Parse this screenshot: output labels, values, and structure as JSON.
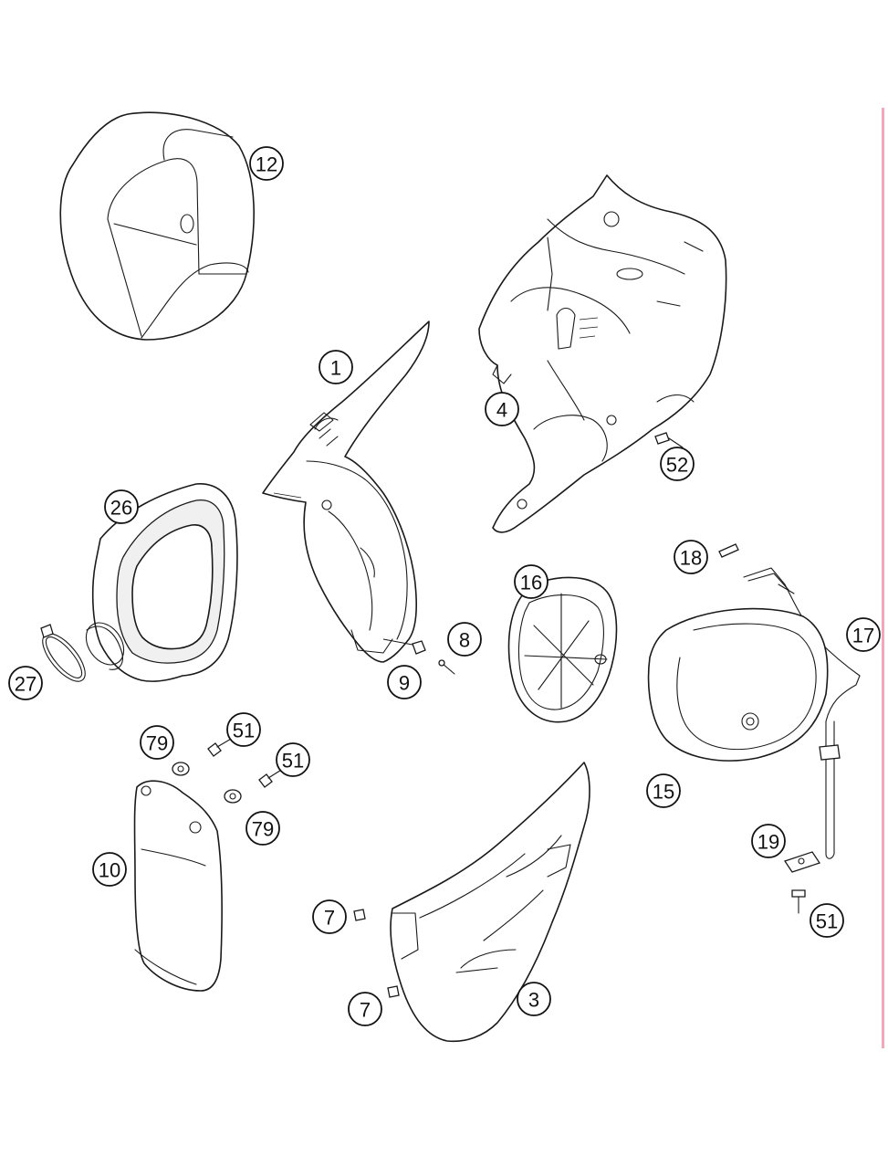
{
  "diagram": {
    "callouts": [
      {
        "id": "c12",
        "label": "12"
      },
      {
        "id": "c1",
        "label": "1"
      },
      {
        "id": "c4",
        "label": "4"
      },
      {
        "id": "c52",
        "label": "52"
      },
      {
        "id": "c26",
        "label": "26"
      },
      {
        "id": "c27",
        "label": "27"
      },
      {
        "id": "c8",
        "label": "8"
      },
      {
        "id": "c9",
        "label": "9"
      },
      {
        "id": "c16",
        "label": "16"
      },
      {
        "id": "c18",
        "label": "18"
      },
      {
        "id": "c17",
        "label": "17"
      },
      {
        "id": "c15",
        "label": "15"
      },
      {
        "id": "c79a",
        "label": "79"
      },
      {
        "id": "c51a",
        "label": "51"
      },
      {
        "id": "c51b",
        "label": "51"
      },
      {
        "id": "c79b",
        "label": "79"
      },
      {
        "id": "c10",
        "label": "10"
      },
      {
        "id": "c7a",
        "label": "7"
      },
      {
        "id": "c7b",
        "label": "7"
      },
      {
        "id": "c3",
        "label": "3"
      },
      {
        "id": "c19",
        "label": "19"
      },
      {
        "id": "c51c",
        "label": "51"
      }
    ],
    "colors": {
      "line": "#1a1a1a",
      "background": "#ffffff",
      "page_edge": "#f2a8b8"
    }
  }
}
